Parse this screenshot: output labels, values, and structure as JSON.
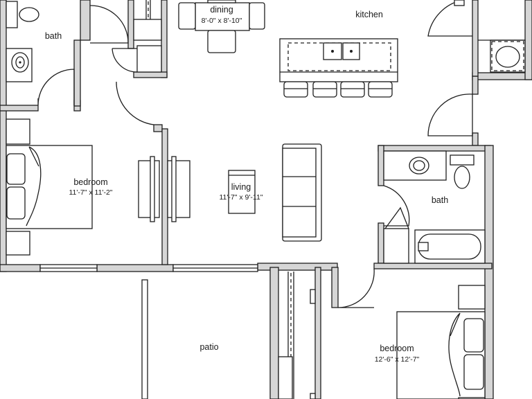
{
  "rooms": {
    "bath_1": {
      "name": "bath"
    },
    "dining": {
      "name": "dining",
      "dims": "8'-0\" x 8'-10\""
    },
    "kitchen": {
      "name": "kitchen"
    },
    "bedroom_1": {
      "name": "bedroom",
      "dims": "11'-7\" x 11'-2\""
    },
    "living": {
      "name": "living",
      "dims": "11'-7\" x 9'-11\""
    },
    "bath_2": {
      "name": "bath"
    },
    "patio": {
      "name": "patio"
    },
    "bedroom_2": {
      "name": "bedroom",
      "dims": "12'-6\" x 12'-7\""
    }
  },
  "colors": {
    "wall_fill": "#d6d6d6",
    "line": "#1e1e1e",
    "background": "#ffffff"
  }
}
